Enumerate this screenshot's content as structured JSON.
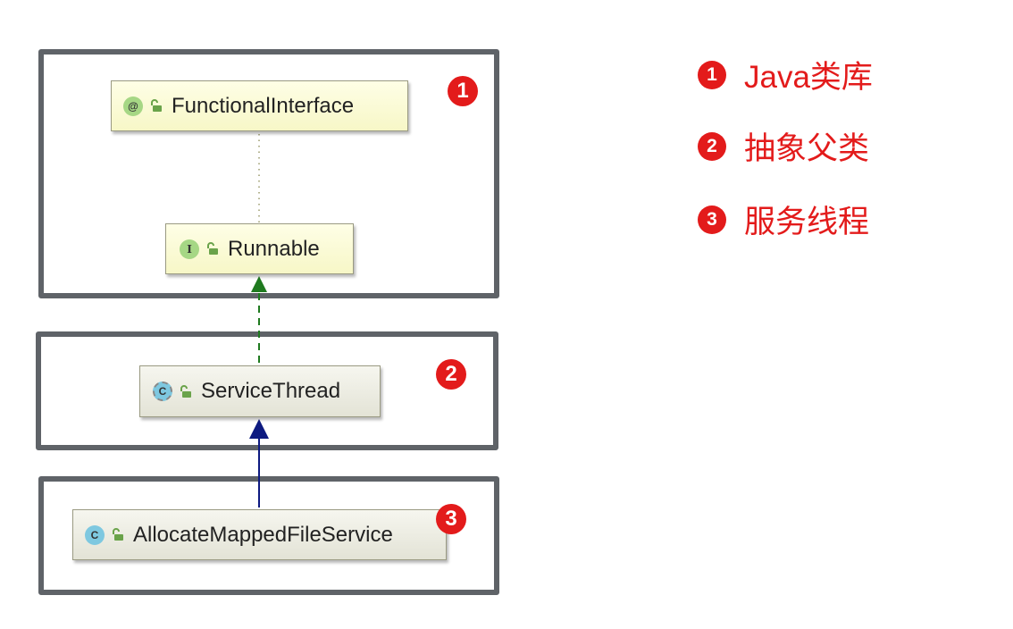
{
  "nodes": {
    "functional_interface": {
      "name": "FunctionalInterface",
      "kind": "annotation",
      "badge": "@"
    },
    "runnable": {
      "name": "Runnable",
      "kind": "interface",
      "badge": "I"
    },
    "service_thread": {
      "name": "ServiceThread",
      "kind": "abstract-class",
      "badge": "C"
    },
    "allocate_service": {
      "name": "AllocateMappedFileService",
      "kind": "class",
      "badge": "C"
    }
  },
  "groups": [
    {
      "number": "1"
    },
    {
      "number": "2"
    },
    {
      "number": "3"
    }
  ],
  "legend": [
    {
      "number": "1",
      "text": "Java类库"
    },
    {
      "number": "2",
      "text": "抽象父类"
    },
    {
      "number": "3",
      "text": "服务线程"
    }
  ],
  "colors": {
    "accent": "#e31b1b",
    "frame": "#5f6368",
    "implements_edge": "#1f7a1f",
    "extends_edge": "#0d1a80",
    "annotation_edge": "#9a9a6a"
  },
  "edges": [
    {
      "from": "functional_interface",
      "to": "runnable",
      "style": "dotted"
    },
    {
      "from": "service_thread",
      "to": "runnable",
      "style": "dashed",
      "relation": "implements"
    },
    {
      "from": "allocate_service",
      "to": "service_thread",
      "style": "solid",
      "relation": "extends"
    }
  ]
}
